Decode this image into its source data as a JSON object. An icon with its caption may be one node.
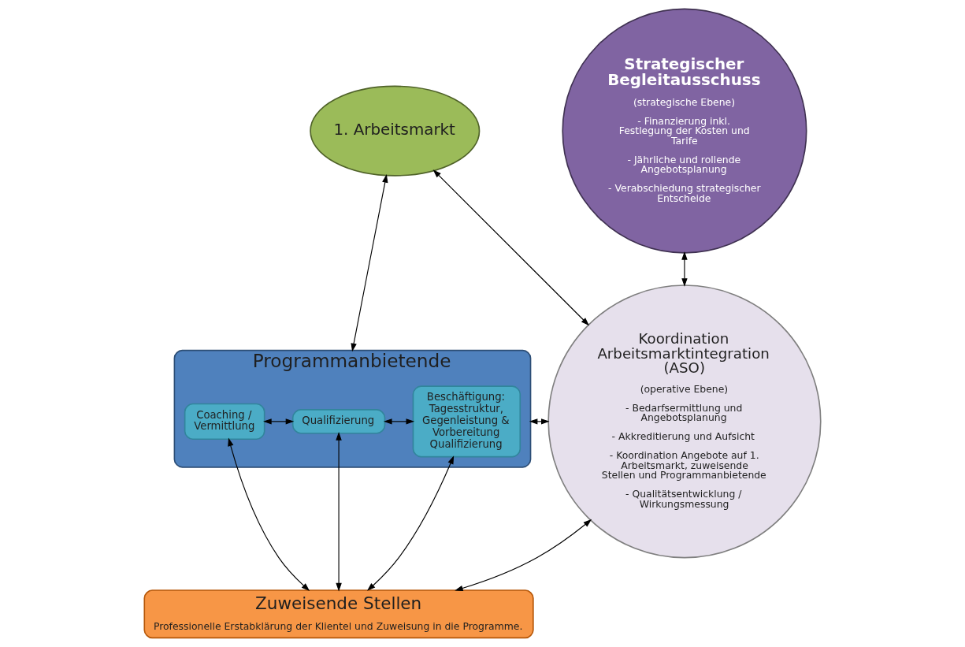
{
  "diagram": {
    "nodes": [
      {
        "text": [
          "1. Arbeitsmarkt"
        ]
      },
      {
        "text": [
          "Strategischer Begleitausschuss",
          "(strategische Ebene)",
          "- Finanzierung inkl. Festlegung der Kosten und Tarife",
          "- Jährliche und rollende Angebotsplanung",
          "- Verabschiedung strategischer Entscheide"
        ]
      },
      {
        "text": [
          "Programmanbietende"
        ]
      },
      {
        "text": [
          "Coaching / Vermittlung"
        ],
        "in": 2
      },
      {
        "text": [
          "Qualifizierung"
        ],
        "in": 2
      },
      {
        "text": [
          "Beschäftigung: Tagesstruktur, Gegenleistung & Vorbereitung Qualifizierung"
        ],
        "in": 2
      },
      {
        "text": [
          "Koordination Arbeitsmarktintegration (ASO)",
          "(operative Ebene)",
          "- Bedarfsermittlung und Angebotsplanung",
          "- Akkreditierung und Aufsicht",
          "- Koordination Angebote auf 1. Arbeitsmarkt, zuweisende Stellen und Programmanbietende",
          "- Qualitätsentwicklung / Wirkungsmessung"
        ]
      },
      {
        "text": [
          "Zuweisende Stellen",
          "Professionelle Erstabklärung der Klientel und Zuweisung in die Programme."
        ]
      }
    ],
    "edges": [
      {
        "from": 0,
        "to": 2,
        "arrow": "both"
      },
      {
        "from": 0,
        "to": 6,
        "arrow": "both"
      },
      {
        "from": 1,
        "to": 6,
        "arrow": "both"
      },
      {
        "from": 3,
        "to": 4,
        "arrow": "both"
      },
      {
        "from": 4,
        "to": 5,
        "arrow": "both"
      },
      {
        "from": 2,
        "to": 6,
        "arrow": "both"
      },
      {
        "from": 3,
        "to": 7,
        "arrow": "both"
      },
      {
        "from": 4,
        "to": 7,
        "arrow": "both"
      },
      {
        "from": 5,
        "to": 7,
        "arrow": "both"
      },
      {
        "from": 7,
        "to": 6,
        "arrow": "both"
      }
    ]
  }
}
